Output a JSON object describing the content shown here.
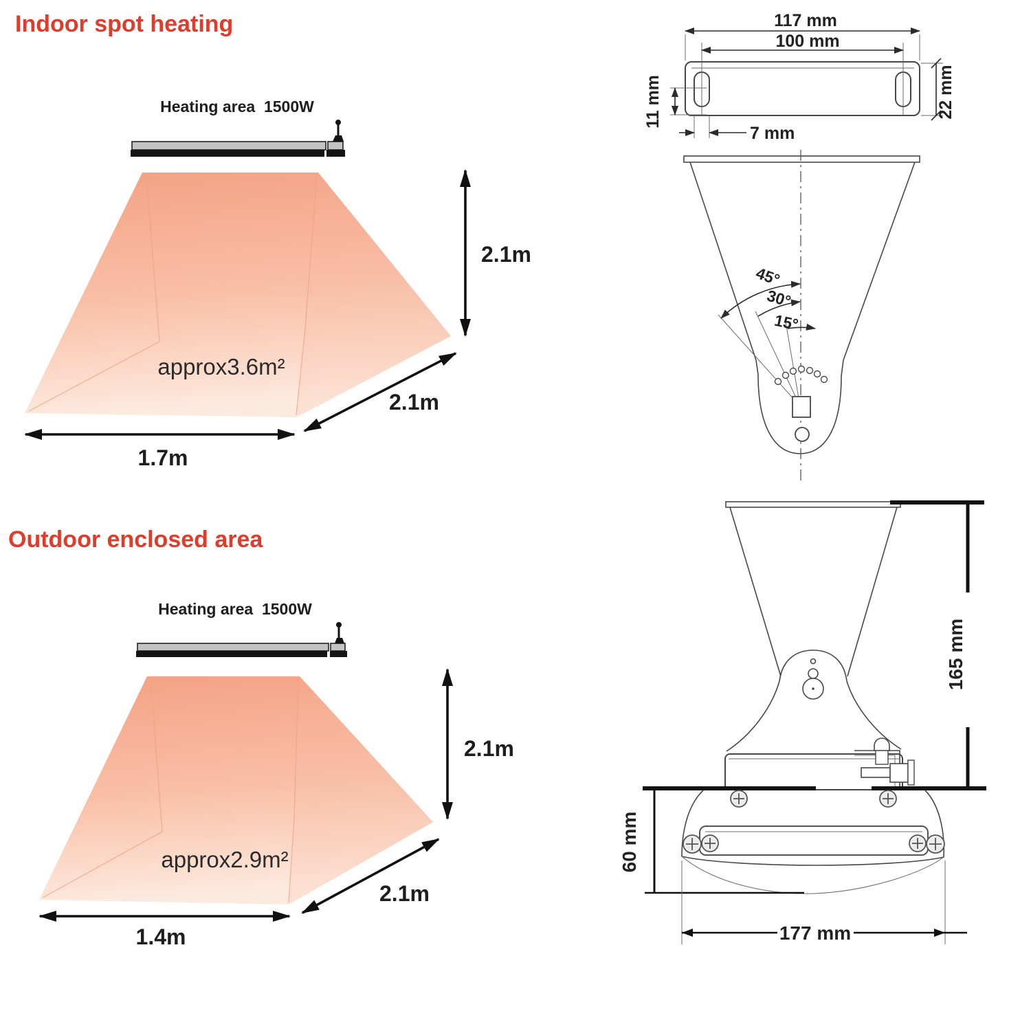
{
  "colors": {
    "accent_red": "#e03c2c",
    "beam_top": "#f4a183",
    "beam_mid": "#f9c0a8",
    "beam_bottom": "#fdeadf",
    "drawing_line": "#474747",
    "text": "#1e1e1e"
  },
  "indoor": {
    "title": "Indoor spot heating",
    "heater_label": "Heating area  1500W",
    "area_label": "approx3.6m²",
    "height_dim": "2.1m",
    "depth_dim": "2.1m",
    "width_dim": "1.7m"
  },
  "outdoor": {
    "title": "Outdoor enclosed area",
    "heater_label": "Heating area  1500W",
    "area_label": "approx2.9m²",
    "height_dim": "2.1m",
    "depth_dim": "2.1m",
    "width_dim": "1.4m"
  },
  "bracket_top_view": {
    "outer_width": "117 mm",
    "slot_spacing": "100 mm",
    "slot_offset": "11 mm",
    "slot_width": "7 mm",
    "bracket_height": "22 mm"
  },
  "tilt_view": {
    "angle_45": "45°",
    "angle_30": "30°",
    "angle_15": "15°"
  },
  "front_view": {
    "body_height": "165 mm",
    "reflector_height": "60 mm",
    "reflector_width": "177 mm"
  }
}
